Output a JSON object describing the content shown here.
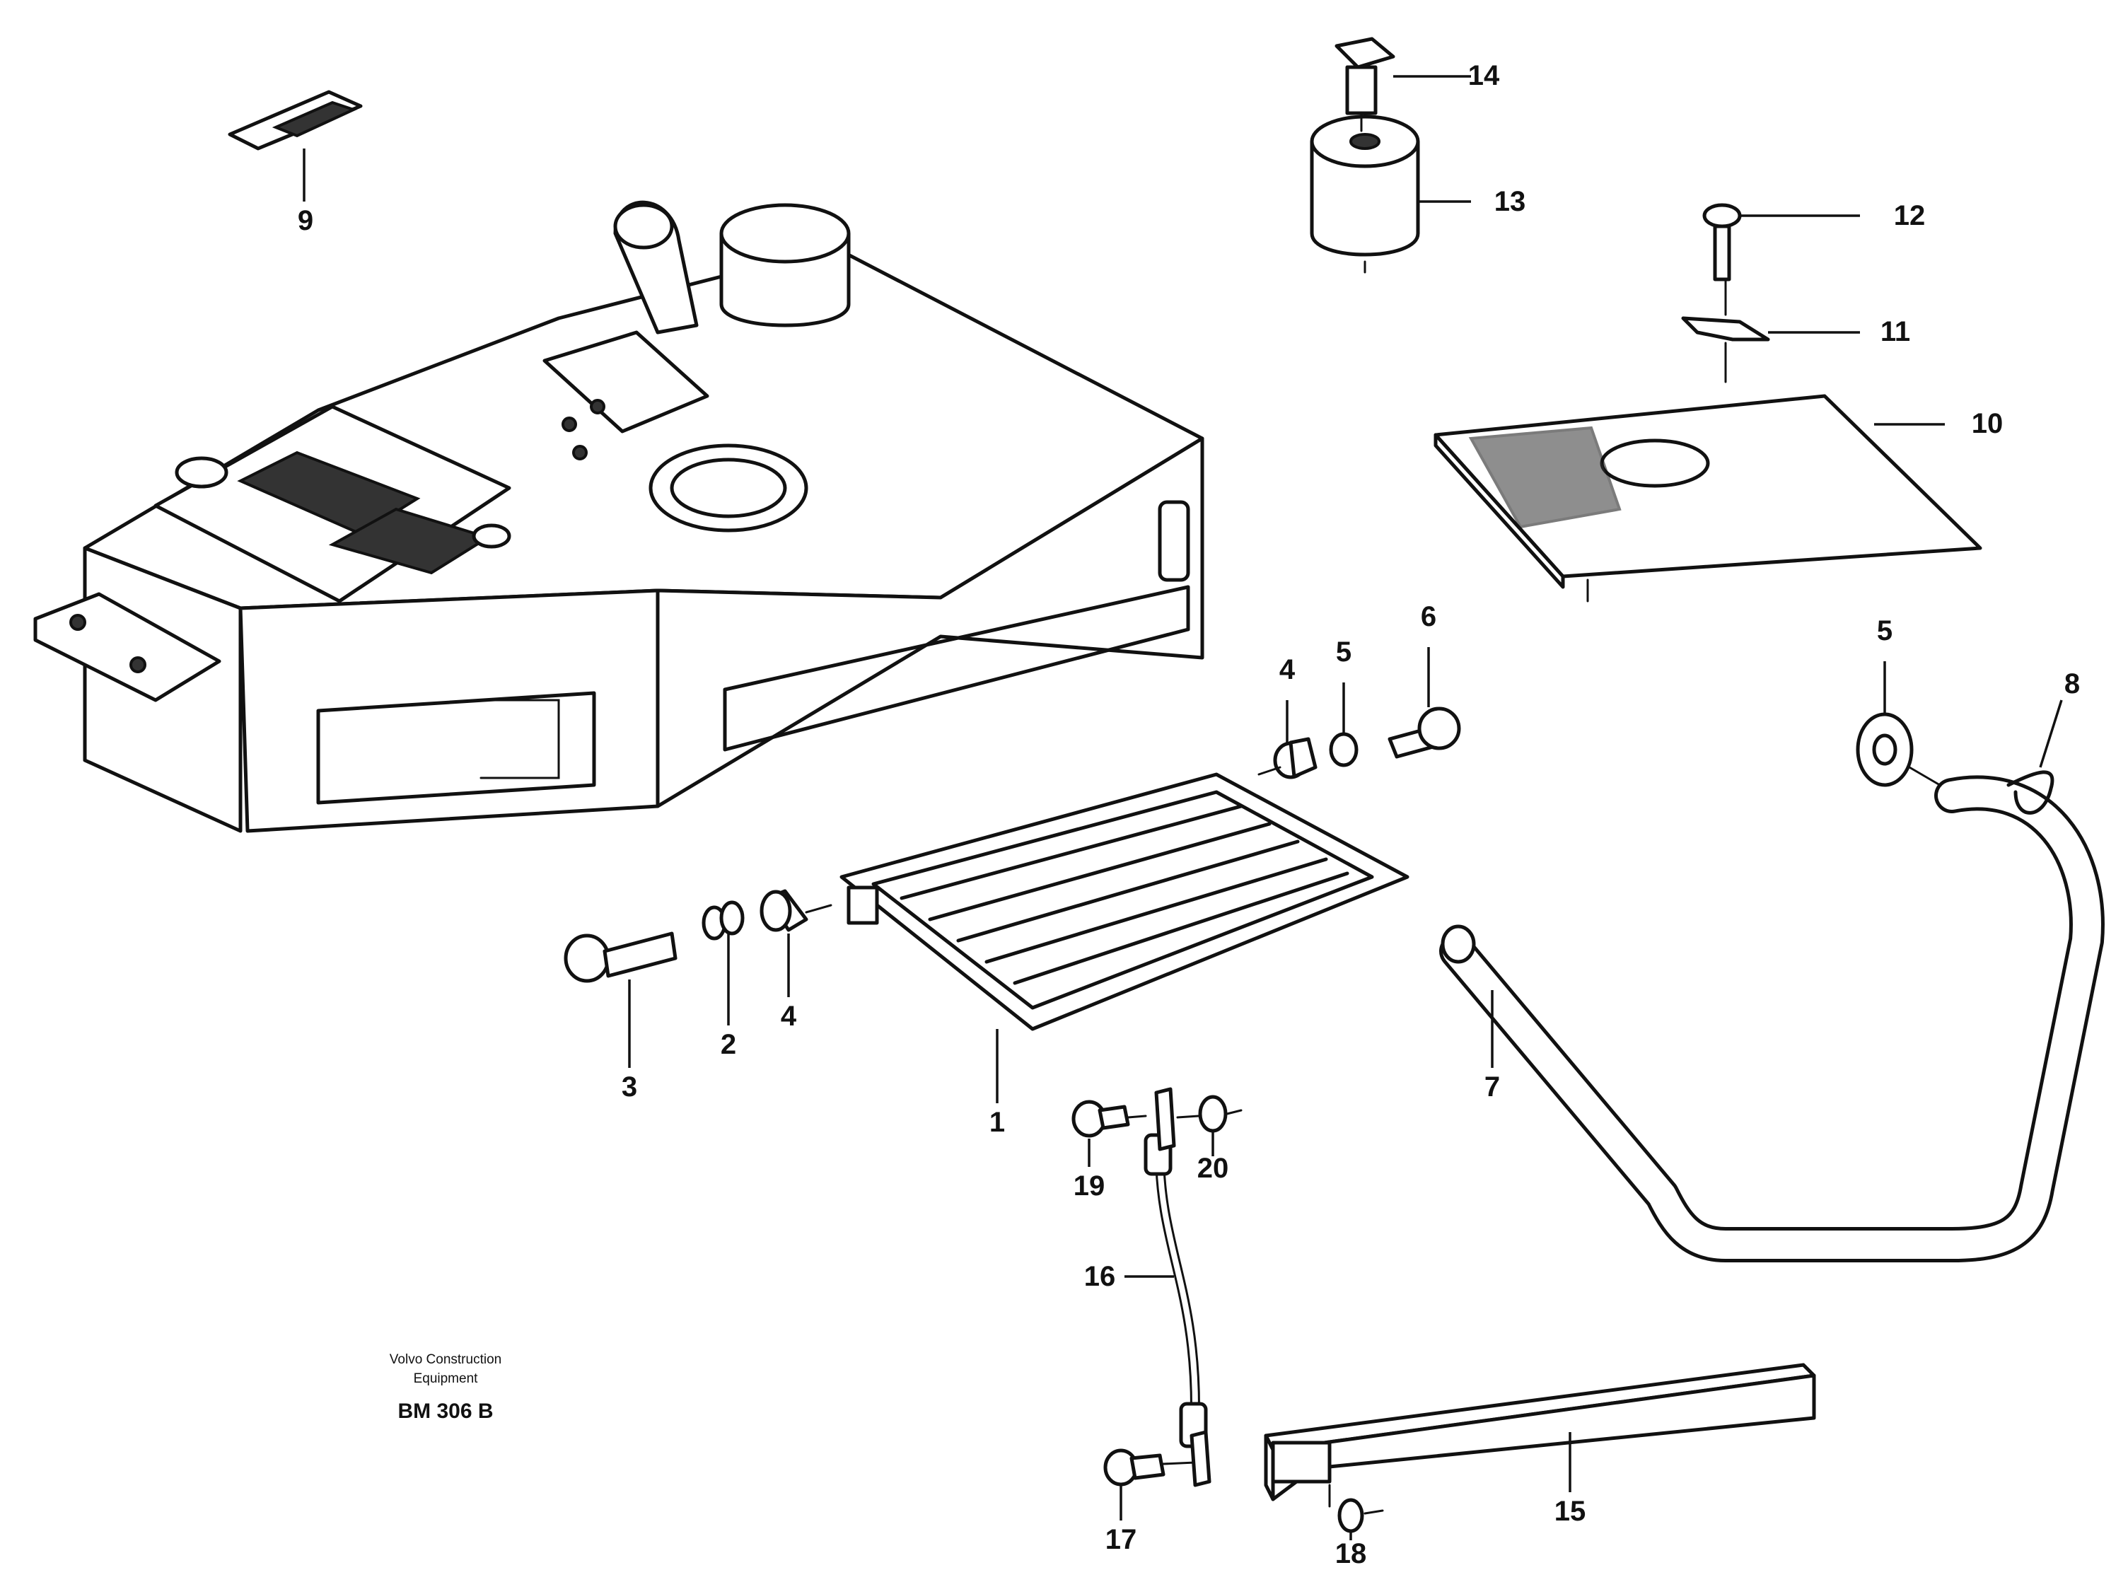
{
  "part_numbers": [
    "1",
    "2",
    "3",
    "4",
    "4",
    "5",
    "5",
    "6",
    "7",
    "8",
    "9",
    "10",
    "11",
    "12",
    "13",
    "14",
    "15",
    "16",
    "17",
    "18",
    "19",
    "20"
  ],
  "caption": {
    "line1": "Volvo Construction",
    "line2": "Equipment",
    "code": "BM 306 B"
  }
}
